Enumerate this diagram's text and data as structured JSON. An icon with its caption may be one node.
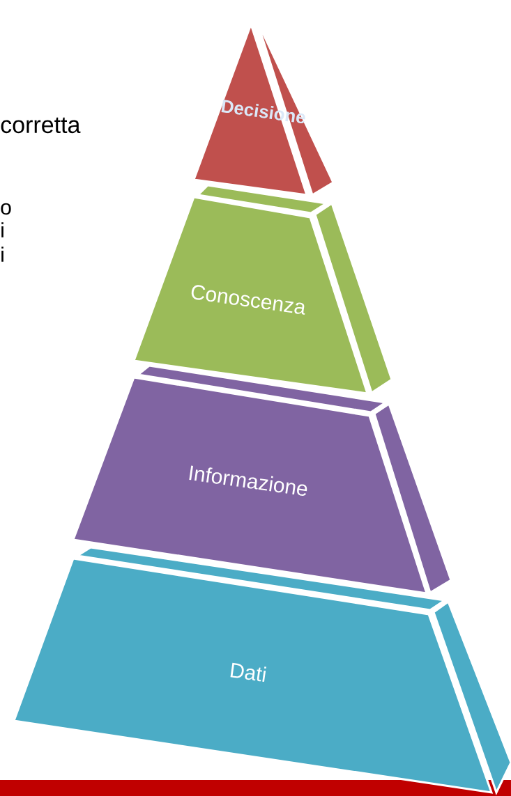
{
  "diagram": {
    "nodes": [
      {
        "text": [
          "Decisione"
        ]
      },
      {
        "text": [
          "Conoscenza"
        ]
      },
      {
        "text": [
          "Informazione"
        ]
      },
      {
        "text": [
          "Dati"
        ]
      },
      {
        "text": [],
        "shape": "bar"
      }
    ],
    "labels": [
      "corretta",
      "o",
      "i",
      "i"
    ]
  }
}
